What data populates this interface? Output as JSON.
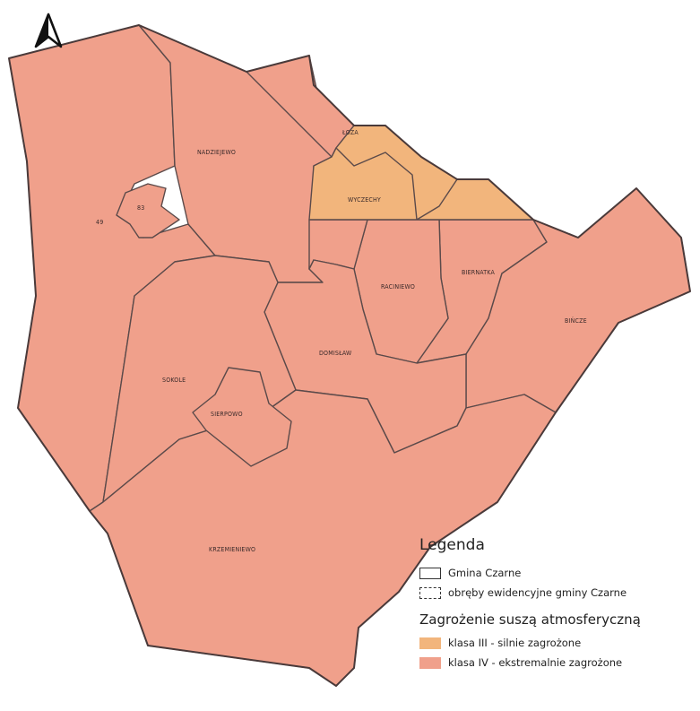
{
  "map": {
    "colors": {
      "klasa_iii": "#f2b57c",
      "klasa_iv": "#f0a08b",
      "border": "#5b4a4a"
    },
    "north_arrow": "north-arrow-icon",
    "labels": {
      "nadziejewo": "NADZIEJEWO",
      "loza": "ŁOZA",
      "wyczechy": "WYCZECHY",
      "biernatka": "BIERNATKA",
      "raciniewo": "RACINIEWO",
      "bińcze": "BIŃCZE",
      "domisław": "DOMISŁAW",
      "sokole": "SOKOLE",
      "sierpowo": "SIERPOWO",
      "krzemieniewo": "KRZEMIENIEWO",
      "enclave_a": "49",
      "enclave_b": "83"
    }
  },
  "legend": {
    "title": "Legenda",
    "items": [
      {
        "label": "Gmina Czarne",
        "style": "solid-outline"
      },
      {
        "label": "obręby ewidencyjne gminy Czarne",
        "style": "dashed-outline"
      }
    ],
    "subtitle": "Zagrożenie suszą atmosferyczną",
    "classes": [
      {
        "label": "klasa III - silnie zagrożone",
        "color": "#f2b57c"
      },
      {
        "label": "klasa IV - ekstremalnie zagrożone",
        "color": "#f0a08b"
      }
    ]
  }
}
